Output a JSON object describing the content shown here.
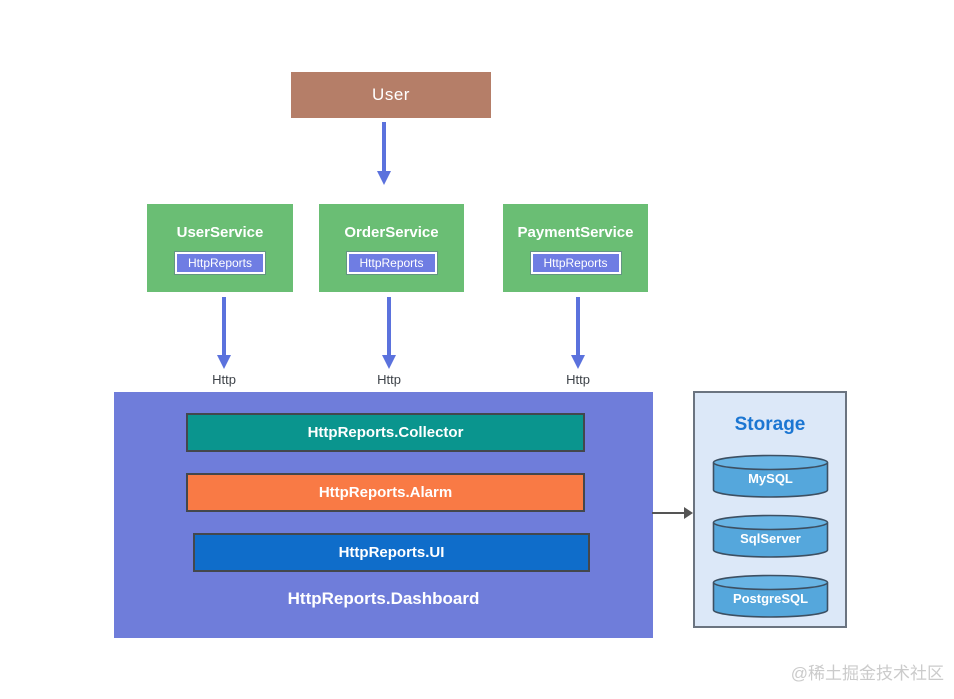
{
  "diagram": {
    "user_box": {
      "label": "User"
    },
    "services": [
      {
        "name": "UserService",
        "badge": "HttpReports"
      },
      {
        "name": "OrderService",
        "badge": "HttpReports"
      },
      {
        "name": "PaymentService",
        "badge": "HttpReports"
      }
    ],
    "http_labels": [
      "Http",
      "Http",
      "Http"
    ],
    "dashboard": {
      "label": "HttpReports.Dashboard",
      "components": [
        {
          "label": "HttpReports.Collector",
          "color": "#0a958e"
        },
        {
          "label": "HttpReports.Alarm",
          "color": "#f97a45"
        },
        {
          "label": "HttpReports.UI",
          "color": "#0f6dca"
        }
      ]
    },
    "storage": {
      "title": "Storage",
      "databases": [
        {
          "name": "MySQL"
        },
        {
          "name": "SqlServer"
        },
        {
          "name": "PostgreSQL"
        }
      ]
    },
    "watermark": "@稀土掘金技术社区",
    "colors": {
      "user_box": "#b57e68",
      "service_box": "#6abe74",
      "badge": "#6f7de3",
      "dashboard": "#6f7dda",
      "storage_bg": "#dce8f8",
      "storage_title": "#1b76d2",
      "cylinder_body": "#55a7dc",
      "cylinder_top": "#68b4e4",
      "arrow_blue": "#5b72dd",
      "arrow_gray": "#555555"
    }
  }
}
